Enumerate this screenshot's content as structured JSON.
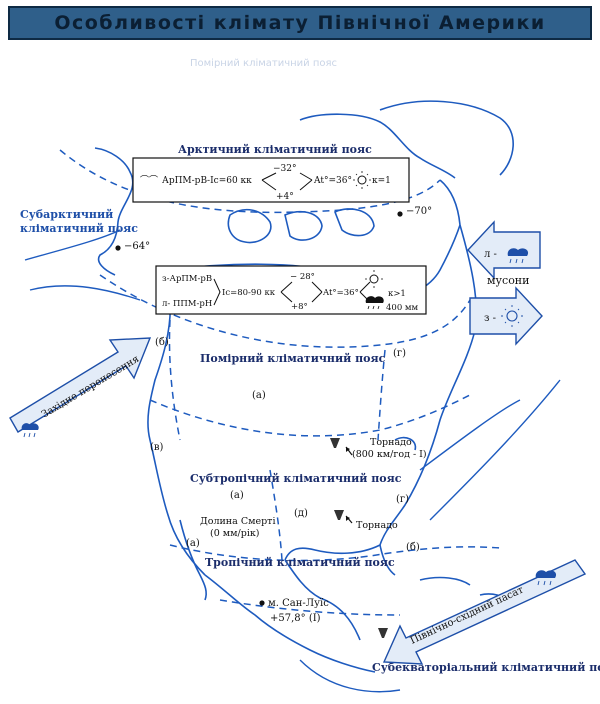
{
  "title": "Особливості клімату Північної Америки",
  "belts": {
    "arctic": "Арктичний кліматичний пояс",
    "subarctic_line1": "Субарктичний",
    "subarctic_line2": "кліматичний пояс",
    "temperate": "Помірний кліматичний пояс",
    "subtropical": "Субтропічний кліматичний пояс",
    "tropical": "Тропічний кліматичний пояс",
    "subequatorial": "Субекваторіальний кліматичний пояс"
  },
  "arctic_box": {
    "air_mass": "АрПМ-рВ-Іс=60 кк",
    "temp_winter": "−32°",
    "temp_summer": "+4°",
    "amplitude": "At°=36°",
    "k_value": "к=1"
  },
  "temperate_box": {
    "air_mass_winter": "з-АрПМ-рВ",
    "air_mass_summer": "л- ППМ-рН",
    "radiation": "Іс=80-90 кк",
    "temp_winter": "− 28°",
    "temp_summer": "+8°",
    "amplitude": "At°=36°",
    "precip": "400 мм",
    "k_value": "к>1"
  },
  "temperature_points": {
    "nw": "−64°",
    "ne": "−70°",
    "san_luis_name": "м. Сан-Луїс",
    "san_luis_temp": "+57,8° (І)"
  },
  "death_valley": {
    "name": "Долина Смерті",
    "precip": "(0 мм/рік)"
  },
  "tornado": {
    "label": "Торнадо",
    "speed": "(800 км/год - І)",
    "label2": "Торнадо"
  },
  "winds": {
    "westerlies": "Західне перенесення",
    "monsoons": "мусони",
    "monsoon_summer": "л -",
    "monsoon_winter": "з -",
    "trade_wind": "Північно-східний пасат"
  },
  "regions": {
    "a1": "(а)",
    "a2": "(а)",
    "a3": "(а)",
    "b1": "(б)",
    "b2": "(б)",
    "v": "(в)",
    "g1": "(г)",
    "g2": "(г)",
    "d": "(д)"
  },
  "faint_text": "Помірний кліматичний пояс"
}
